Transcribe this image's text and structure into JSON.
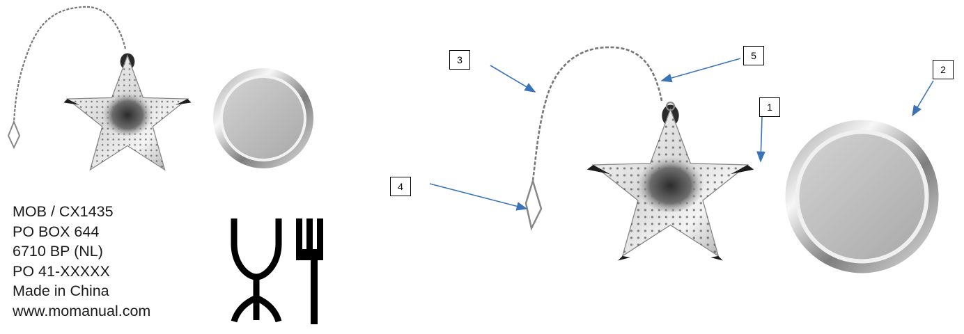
{
  "product_info": {
    "lines": [
      "MOB / CX1435",
      "PO BOX 644",
      "6710 BP (NL)",
      "PO 41-XXXXX",
      "Made in China",
      "www.momanual.com"
    ]
  },
  "food_safe_symbol": {
    "icon": "glass-fork-icon"
  },
  "callouts": [
    "1",
    "2",
    "3",
    "4",
    "5"
  ],
  "colors": {
    "arrow": "#3b73b9",
    "text": "#1a1a1a",
    "steel_light": "#e8e8e8",
    "steel_dark": "#3a3a3a"
  }
}
